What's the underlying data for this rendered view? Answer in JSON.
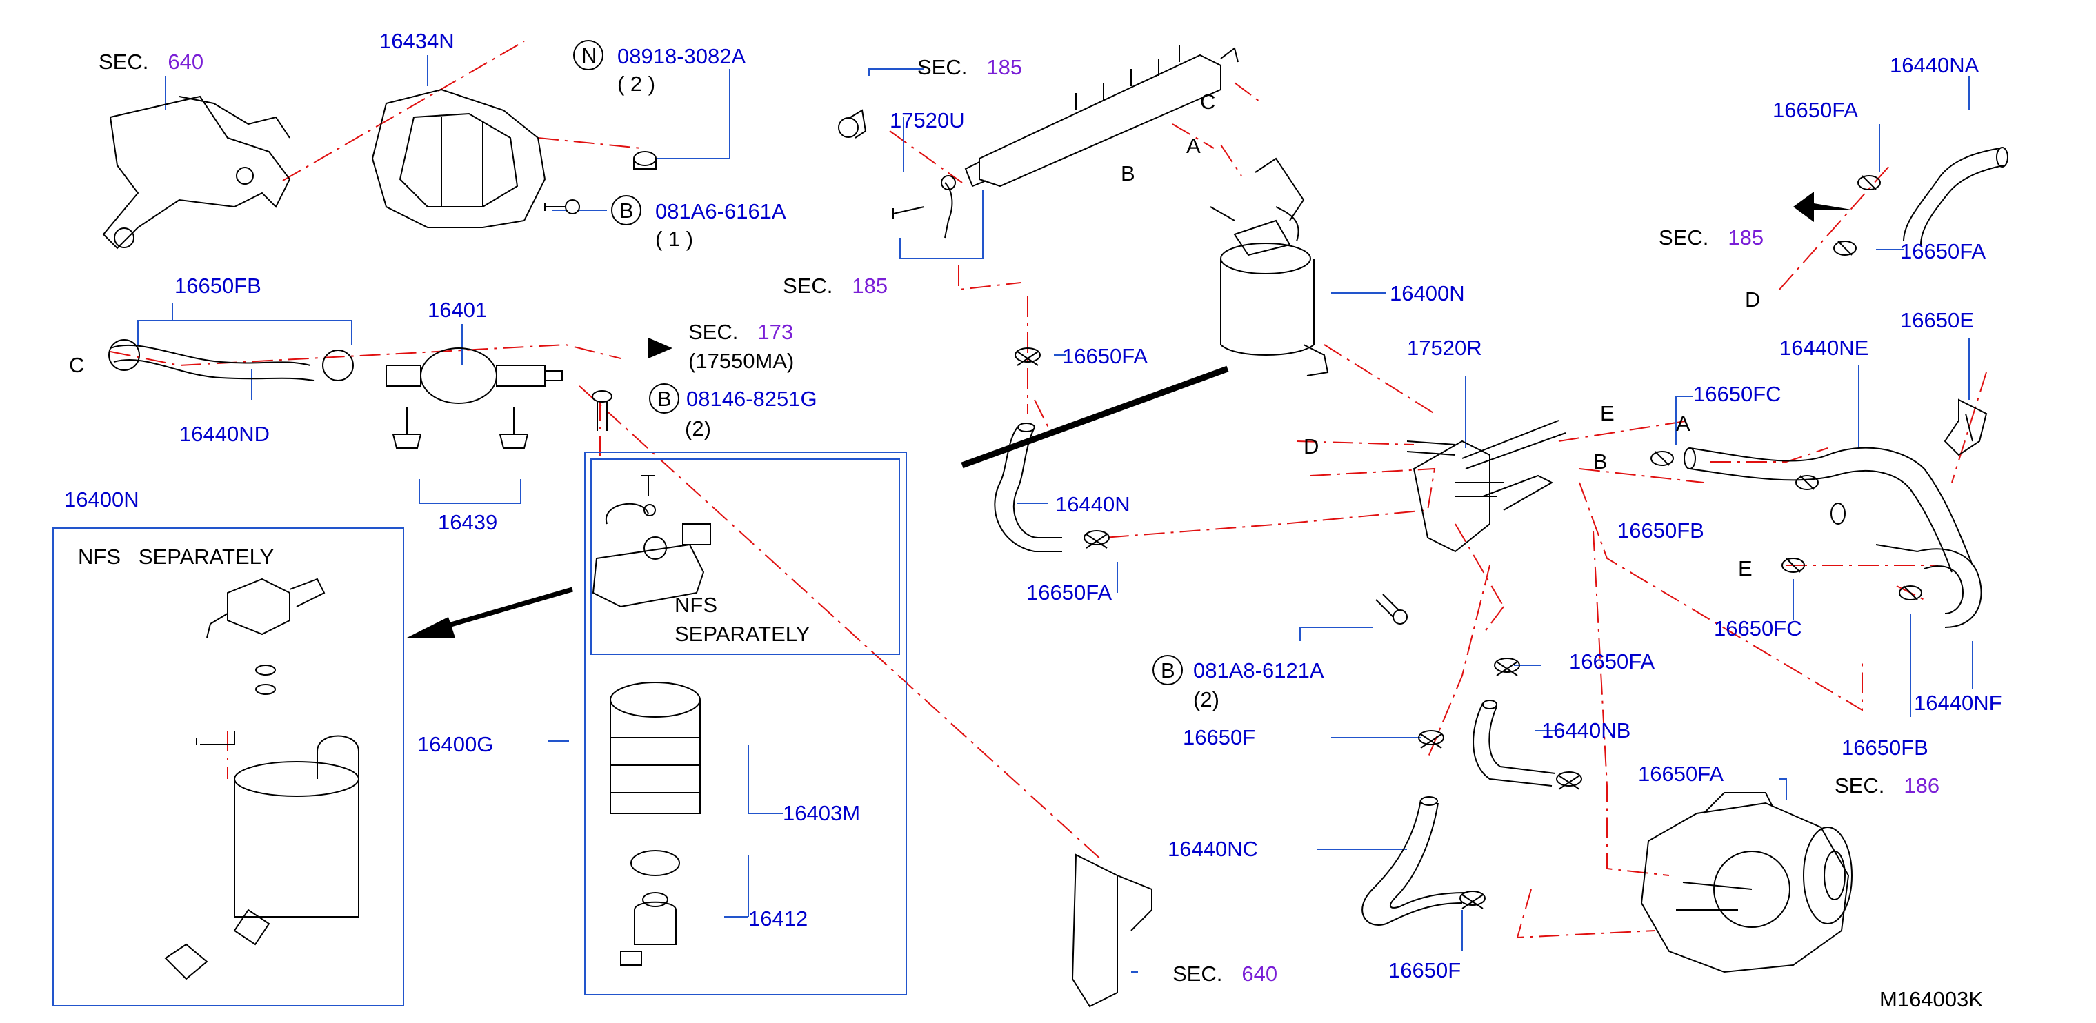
{
  "colors": {
    "part_number": "#0000cc",
    "section_number": "#7a1fd6",
    "text": "#000000",
    "center_line": "#e01010",
    "leader": "#2255cc"
  },
  "labels": {
    "sec640_top": {
      "prefix": "SEC.",
      "num": "640"
    },
    "p16434N": "16434N",
    "n_bolt": {
      "mark": "N",
      "part": "08918-3082A",
      "qty": "( 2 )"
    },
    "b_bolt1": {
      "mark": "B",
      "part": "081A6-6161A",
      "qty": "( 1 )"
    },
    "p16650FB_left": "16650FB",
    "p16401": "16401",
    "c_left": "C",
    "p16440ND": "16440ND",
    "sec173": {
      "prefix": "SEC.",
      "num": "173",
      "sub": "(17550MA)"
    },
    "b_bolt2": {
      "mark": "B",
      "part": "08146-8251G",
      "qty": "(2)"
    },
    "p16439": "16439",
    "p16400N_box": "16400N",
    "nfs_left": "NFS   SEPARATELY",
    "nfs_inner_1": "NFS",
    "nfs_inner_2": "SEPARATELY",
    "p16400G": "16400G",
    "p16403M": "16403M",
    "p16412": "16412",
    "sec640_bottom": {
      "prefix": "SEC.",
      "num": "640"
    },
    "sec185_top": {
      "prefix": "SEC.",
      "num": "185"
    },
    "p17520U": "17520U",
    "sec185_mid": {
      "prefix": "SEC.",
      "num": "185"
    },
    "c_top": "C",
    "a_top": "A",
    "b_top": "B",
    "p16400N_right": "16400N",
    "p16650FA_1": "16650FA",
    "p16440N": "16440N",
    "p16650FA_2": "16650FA",
    "p17520R": "17520R",
    "d_mid": "D",
    "e_mid": "E",
    "b_bolt3": {
      "mark": "B",
      "part": "081A8-6121A",
      "qty": "(2)"
    },
    "p16650FA_3": "16650FA",
    "p16440NB": "16440NB",
    "p16650F_1": "16650F",
    "p16650FA_4": "16650FA",
    "p16440NC": "16440NC",
    "p16650F_2": "16650F",
    "sec186": {
      "prefix": "SEC.",
      "num": "186"
    },
    "p16440NA": "16440NA",
    "p16650FA_tr1": "16650FA",
    "sec185_right": {
      "prefix": "SEC.",
      "num": "185"
    },
    "p16650FA_tr2": "16650FA",
    "d_right": "D",
    "p16650E": "16650E",
    "p16440NE": "16440NE",
    "p16650FC_1": "16650FC",
    "a_right": "A",
    "b_right": "B",
    "p16650FB_right1": "16650FB",
    "e_right": "E",
    "p16650FC_2": "16650FC",
    "p16440NF": "16440NF",
    "p16650FB_right2": "16650FB",
    "diagram_id": "M164003K"
  }
}
